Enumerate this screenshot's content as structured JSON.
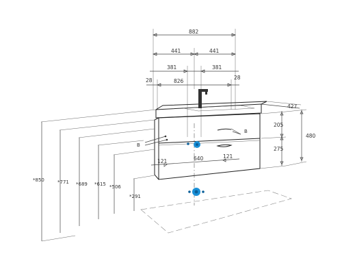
{
  "dimensions": {
    "width_total": "882",
    "half_left": "441",
    "half_right": "441",
    "offset_left": "381",
    "offset_right": "381",
    "inner_width": "826",
    "edge_left": "28",
    "edge_right": "28",
    "depth": "427",
    "upper_height": "205",
    "height_total": "480",
    "drawer_height": "275",
    "pipe_spacing": "640",
    "pipe_left": "121",
    "pipe_right": "121",
    "h_850": "*850",
    "h_771": "*771",
    "h_689": "*689",
    "h_615": "*615",
    "h_506": "*506",
    "h_291": "*291"
  },
  "labels": {
    "b_left": "B",
    "b_right": "B"
  },
  "colors": {
    "line": "#444444",
    "outlet": "#1a8fd6",
    "outlet_dark": "#0b5f99"
  }
}
